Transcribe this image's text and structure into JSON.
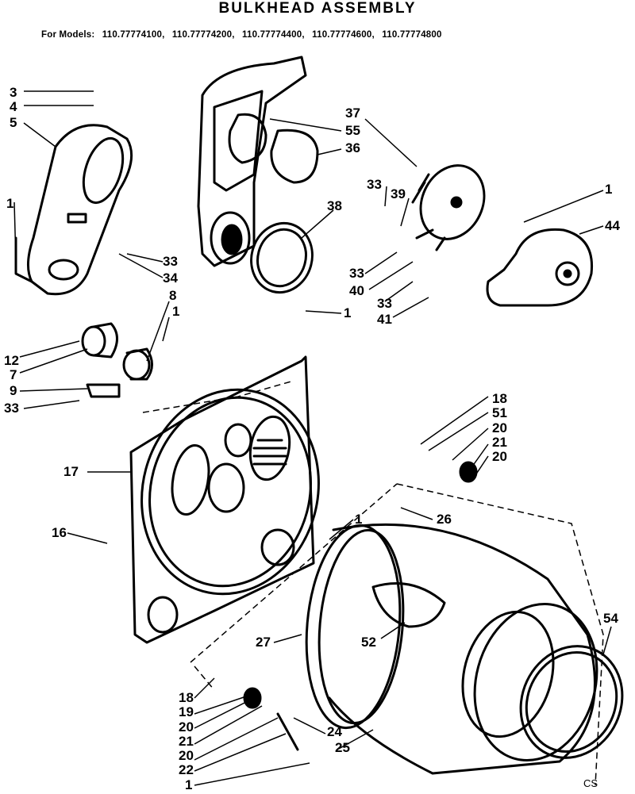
{
  "title": "BULKHEAD ASSEMBLY",
  "models_prefix": "For Models:",
  "models": [
    "110.77774100,",
    "110.77774200,",
    "110.77774400,",
    "110.77774600,",
    "110.77774800"
  ],
  "corner_mark": "CS",
  "callouts": [
    "3",
    "4",
    "5",
    "1",
    "12",
    "7",
    "9",
    "33",
    "33",
    "34",
    "8",
    "1",
    "37",
    "55",
    "36",
    "38",
    "33",
    "39",
    "33",
    "40",
    "33",
    "41",
    "1",
    "44",
    "1",
    "17",
    "16",
    "18",
    "51",
    "20",
    "21",
    "20",
    "1",
    "26",
    "27",
    "52",
    "54",
    "18",
    "19",
    "20",
    "21",
    "20",
    "22",
    "1",
    "24",
    "25"
  ]
}
